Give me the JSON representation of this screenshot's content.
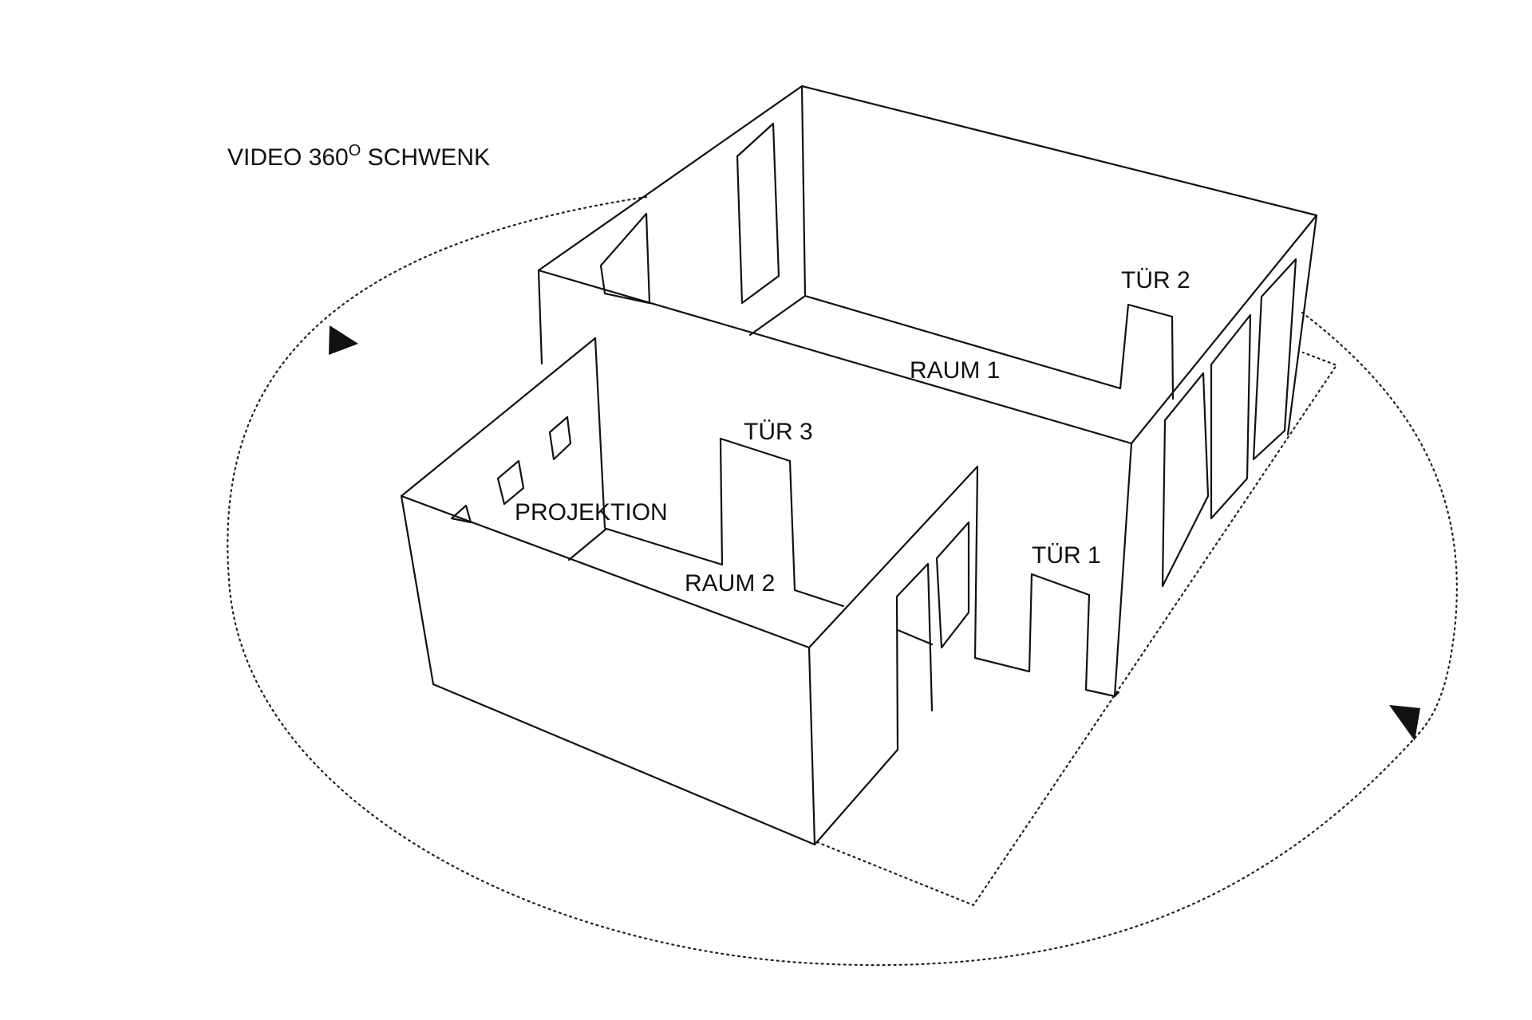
{
  "labels": {
    "title_main": "VIDEO 360",
    "title_degree": "O",
    "title_rest": " SCHWENK",
    "raum1": "RAUM 1",
    "raum2": "RAUM 2",
    "tuer1": "TÜR 1",
    "tuer2": "TÜR 2",
    "tuer3": "TÜR 3",
    "projektion": "PROJEKTION"
  }
}
